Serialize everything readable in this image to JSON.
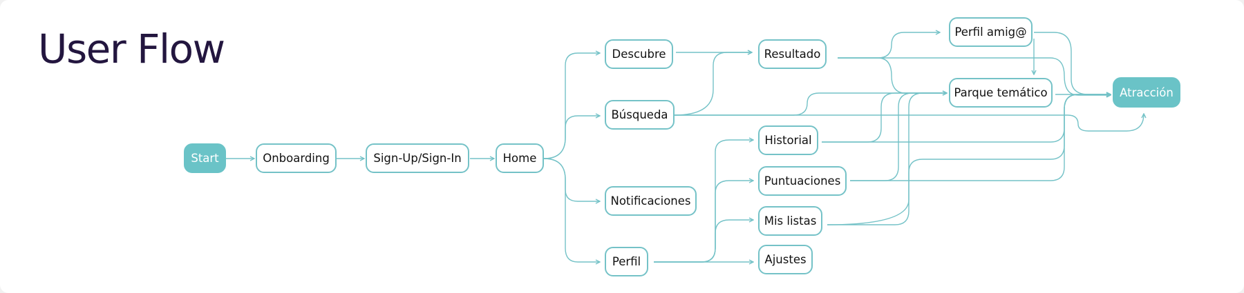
{
  "title": "User Flow",
  "colors": {
    "accent": "#6ac3c7",
    "line": "#74c2c7",
    "title": "#23163f"
  },
  "nodes": {
    "start": "Start",
    "onboarding": "Onboarding",
    "signup": "Sign-Up/Sign-In",
    "home": "Home",
    "descubre": "Descubre",
    "busqueda": "Búsqueda",
    "notificaciones": "Notificaciones",
    "perfil": "Perfil",
    "resultado": "Resultado",
    "historial": "Historial",
    "puntuaciones": "Puntuaciones",
    "mislistas": "Mis listas",
    "ajustes": "Ajustes",
    "perfilamig": "Perfil amig@",
    "parque": "Parque temático",
    "atraccion": "Atracción"
  }
}
